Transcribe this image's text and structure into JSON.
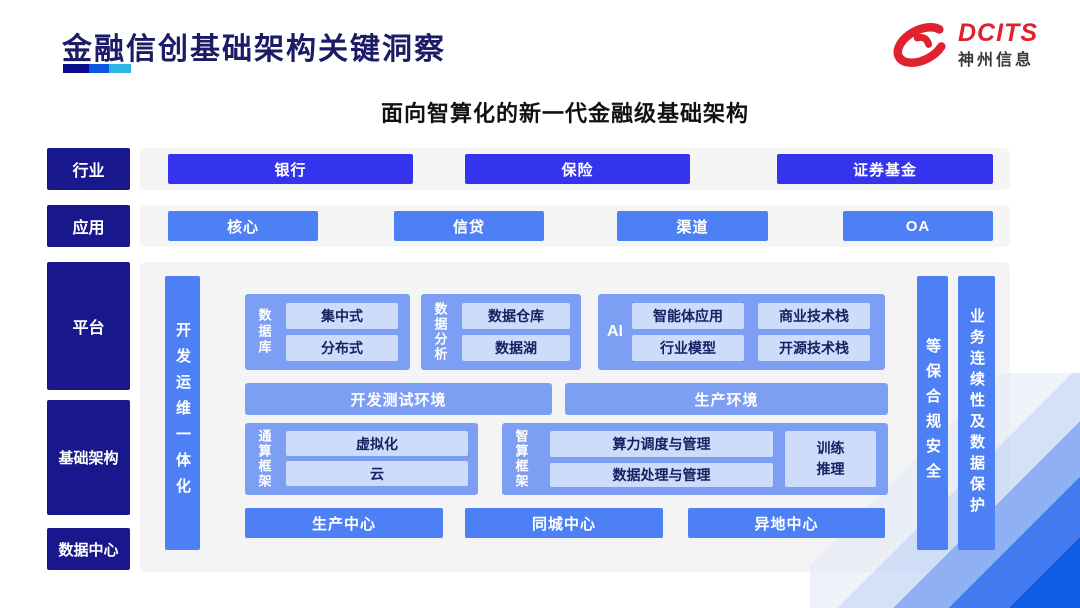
{
  "header": {
    "title": "金融信创基础架构关键洞察",
    "logo_brand": "DCITS",
    "logo_company": "神州信息",
    "subtitle": "面向智算化的新一代金融级基础架构"
  },
  "sidebar": {
    "industry": "行业",
    "application": "应用",
    "platform": "平台",
    "infrastructure": "基础架构",
    "datacenter": "数据中心"
  },
  "industry": {
    "items": [
      "银行",
      "保险",
      "证券基金"
    ]
  },
  "application": {
    "items": [
      "核心",
      "信贷",
      "渠道",
      "OA"
    ]
  },
  "platform": {
    "devops": "开发运维一体化",
    "database": {
      "label": "数据库",
      "items": [
        "集中式",
        "分布式"
      ]
    },
    "analytics": {
      "label": "数据分析",
      "items": [
        "数据仓库",
        "数据湖"
      ]
    },
    "ai": {
      "label": "AI",
      "items": [
        "智能体应用",
        "商业技术栈",
        "行业模型",
        "开源技术栈"
      ]
    },
    "environments": {
      "dev": "开发测试环境",
      "prod": "生产环境"
    },
    "general_compute": {
      "label": "通算框架",
      "items": [
        "虚拟化",
        "云"
      ]
    },
    "intelligent_compute": {
      "label": "智算框架",
      "items": [
        "算力调度与管理",
        "数据处理与管理"
      ],
      "side_box": "训练推理"
    },
    "centers": [
      "生产中心",
      "同城中心",
      "异地中心"
    ],
    "security": "等保合规安全",
    "continuity": "业务连续性及数据保护"
  },
  "colors": {
    "title_navy": "#1b1b66",
    "sidebar_navy": "#18188c",
    "industry_blue": "#3433ee",
    "primary_blue": "#4d80f5",
    "group_blue": "#7c9ef3",
    "light_blue": "#cddcfa",
    "panel_gray": "#f4f4f6",
    "logo_red": "#e0222f",
    "underline_segments": [
      "#0a0a8c",
      "#0b57e0",
      "#2eb7e6"
    ],
    "corner_decoration": [
      "#e1e8f5",
      "#bdd1f5",
      "#8fb0f2",
      "#437af0",
      "#0e5de7"
    ]
  }
}
